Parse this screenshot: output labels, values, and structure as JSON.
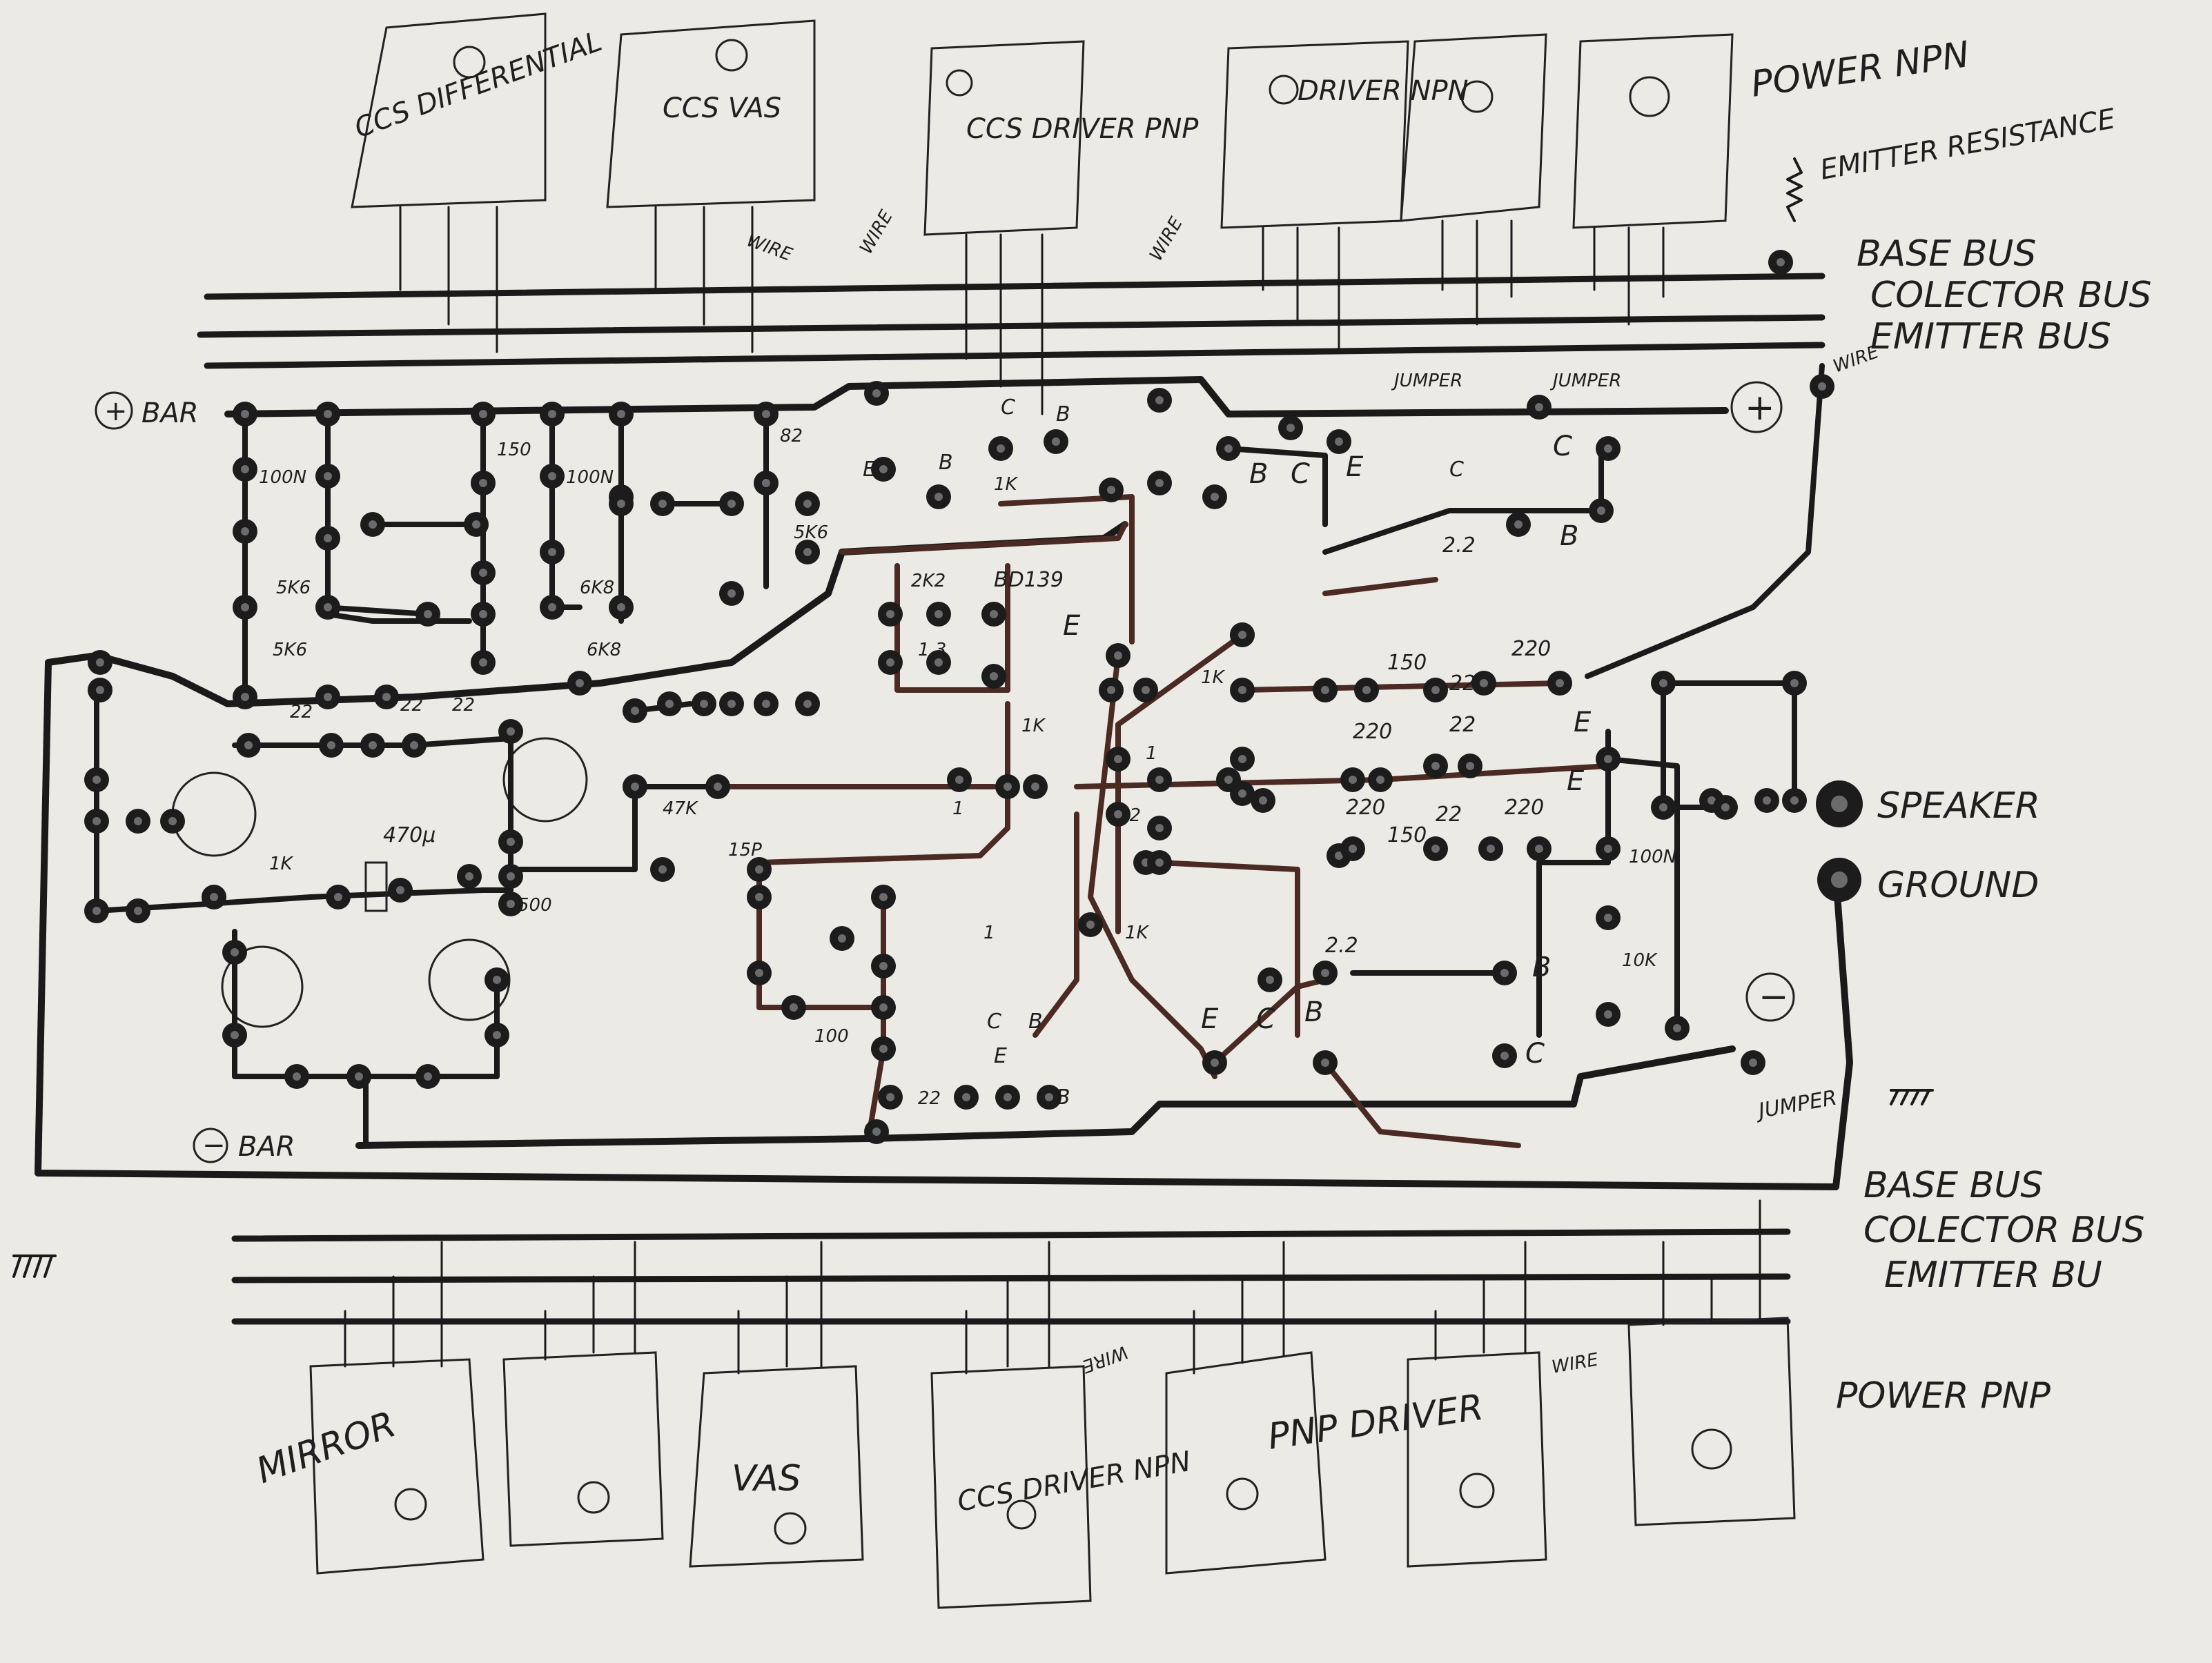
{
  "top_transistors": [
    {
      "label": "CCS DIFFERENTIAL"
    },
    {
      "label": "CCS VAS"
    },
    {
      "label": "CCS DRIVER PNP"
    },
    {
      "label": "DRIVER NPN"
    },
    {
      "label": ""
    },
    {
      "label": "POWER NPN"
    }
  ],
  "bottom_transistors": [
    {
      "label": "MIRROR"
    },
    {
      "label": ""
    },
    {
      "label": "VAS"
    },
    {
      "label": "CCS DRIVER NPN"
    },
    {
      "label": "PNP DRIVER"
    },
    {
      "label": ""
    },
    {
      "label": "POWER PNP"
    }
  ],
  "bus_labels_top": [
    "BASE BUS",
    "COLECTOR BUS",
    "EMITTER BUS"
  ],
  "bus_labels_bottom": [
    "BASE BUS",
    "COLECTOR BUS",
    "EMITTER BU"
  ],
  "rail_labels": {
    "positive": "BAR",
    "negative": "BAR",
    "plus_symbol": "+",
    "minus_symbol": "−"
  },
  "annotations": {
    "emitter_resistance": "EMITTER RESISTANCE",
    "speaker": "SPEAKER",
    "ground": "GROUND",
    "jumper_left": "JUMPER",
    "jumper_right": "JUMPER",
    "jumper_bottom": "JUMPER",
    "wire": "WIRE",
    "bd139": "BD139"
  },
  "component_values": {
    "c_100n_a": "100N",
    "r_150_a": "150",
    "c_100n_b": "100N",
    "r_82": "82",
    "r_5k6_a": "5K6",
    "r_5k6_b": "5K6",
    "r_6k8_a": "6K8",
    "r_6k8_b": "6K8",
    "r_5k6_c": "5K6",
    "r_22_a": "22",
    "r_22_b": "22",
    "r_22_c": "22",
    "r_2k2": "2K2",
    "r_1k3": "1.3",
    "r_1k_a": "1K",
    "r_1k_b": "1K",
    "r_47k": "47K",
    "c_470u": "470μ",
    "r_1k_c": "1K",
    "r_500": "500",
    "c_15p": "15P",
    "r_1_a": "1",
    "r_1_b": "1",
    "r_22_d": "22",
    "r_100": "100",
    "r_22_e": "22",
    "r_1k_d": "1K",
    "r_1k_e": "1K",
    "r_2_2_a": "2.2",
    "r_2_2_b": "2.2",
    "r_150_b": "150",
    "r_220_a": "220",
    "r_220_b": "220",
    "r_22_f": "22",
    "r_22_g": "22",
    "r_150_c": "150",
    "r_220_c": "220",
    "r_220_d": "220",
    "r_22_h": "22",
    "c_100n_c": "100N",
    "r_10k": "10K",
    "r_1_c": "1"
  },
  "pin_letters": {
    "b": "B",
    "c": "C",
    "e": "E"
  }
}
